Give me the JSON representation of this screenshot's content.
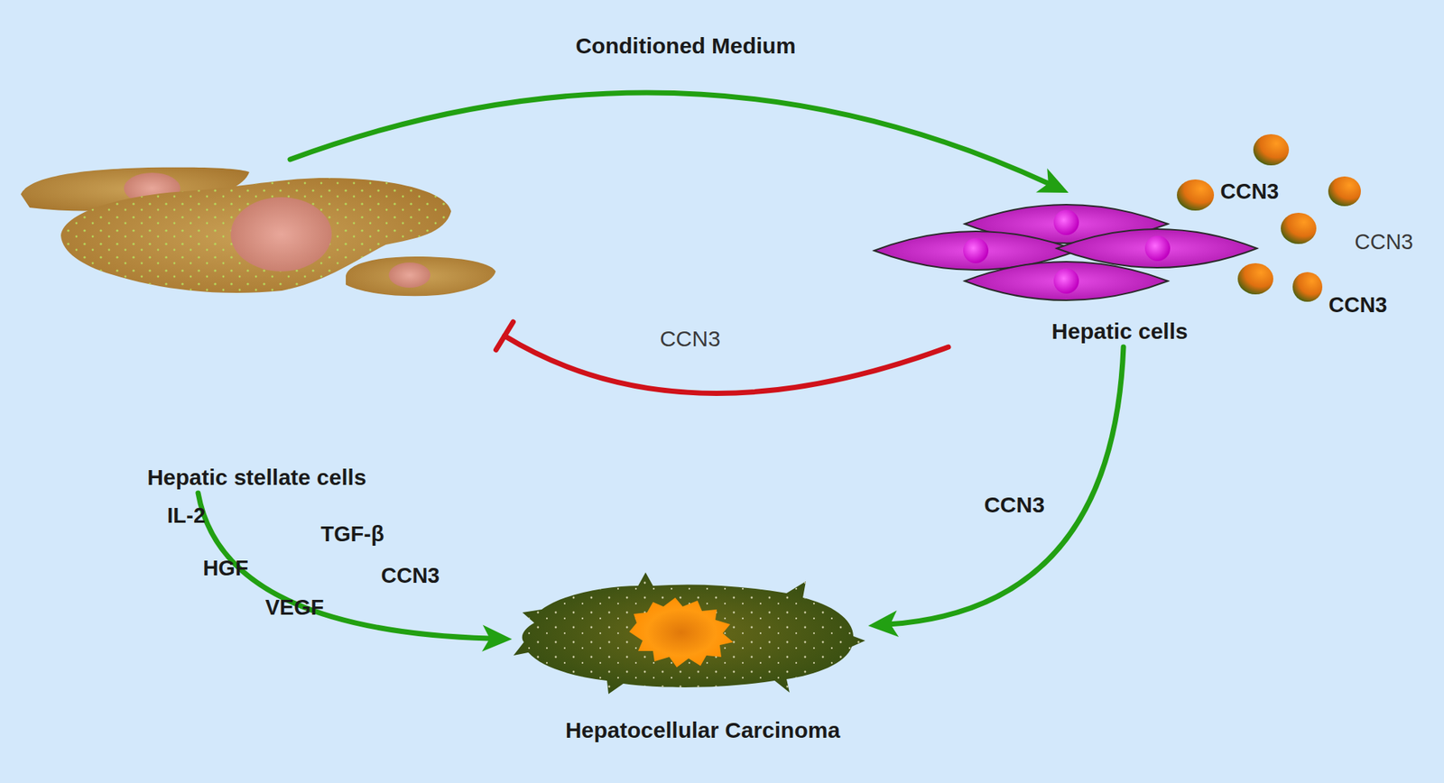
{
  "diagram": {
    "nodes": [
      {
        "text": [
          "Hepatic stellate cells"
        ]
      },
      {
        "text": [
          "Hepatic cells"
        ]
      },
      {
        "text": [
          "Hepatocellular Carcinoma"
        ]
      }
    ],
    "edges": [
      {
        "from": 0,
        "to": 1,
        "arrow": "to",
        "label": "Conditioned Medium"
      },
      {
        "from": 1,
        "to": 0,
        "arrow": "to",
        "label": "CCN3"
      },
      {
        "from": 0,
        "to": 2,
        "arrow": "to"
      },
      {
        "from": 1,
        "to": 2,
        "arrow": "to",
        "label": "CCN3"
      }
    ],
    "labels": [
      "CCN3",
      "CCN3",
      "CCN3",
      "IL-2",
      "HGF",
      "VEGF",
      "TGF-β",
      "CCN3"
    ]
  }
}
